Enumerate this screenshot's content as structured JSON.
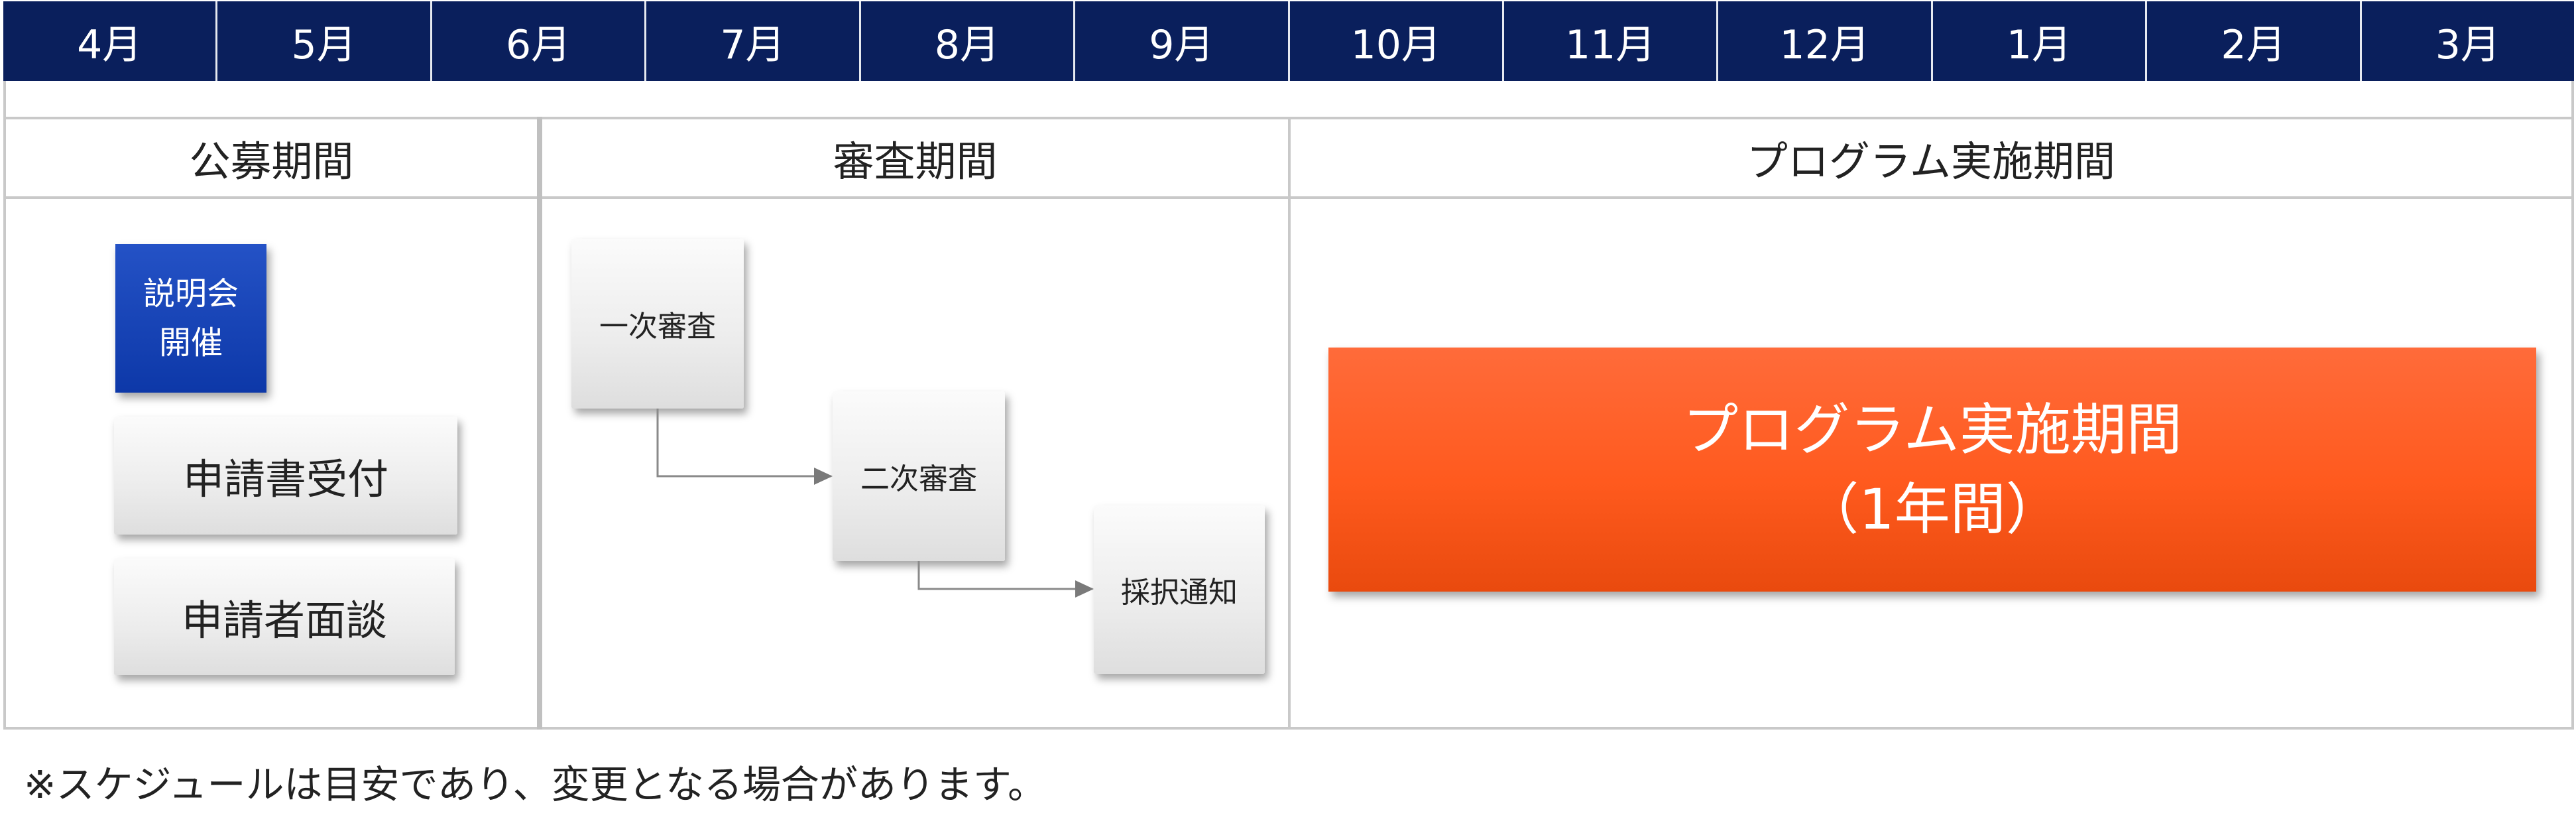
{
  "months": [
    "4月",
    "5月",
    "6月",
    "7月",
    "8月",
    "9月",
    "10月",
    "11月",
    "12月",
    "1月",
    "2月",
    "3月"
  ],
  "phases": {
    "recruitment": "公募期間",
    "review": "審査期間",
    "program": "プログラム実施期間"
  },
  "recruitment_steps": {
    "briefing_line1": "説明会",
    "briefing_line2": "開催",
    "application": "申請書受付",
    "interview": "申請者面談"
  },
  "review_steps": {
    "first": "一次審査",
    "second": "二次審査",
    "notice": "採択通知"
  },
  "program_box": {
    "line1": "プログラム実施期間",
    "line2": "（1年間）"
  },
  "note": "※スケジュールは目安であり、変更となる場合があります。",
  "colors": {
    "header_bg": "#0a1f5c",
    "briefing_bg": "#1a45b8",
    "program_bg": "#ff5a1e"
  }
}
